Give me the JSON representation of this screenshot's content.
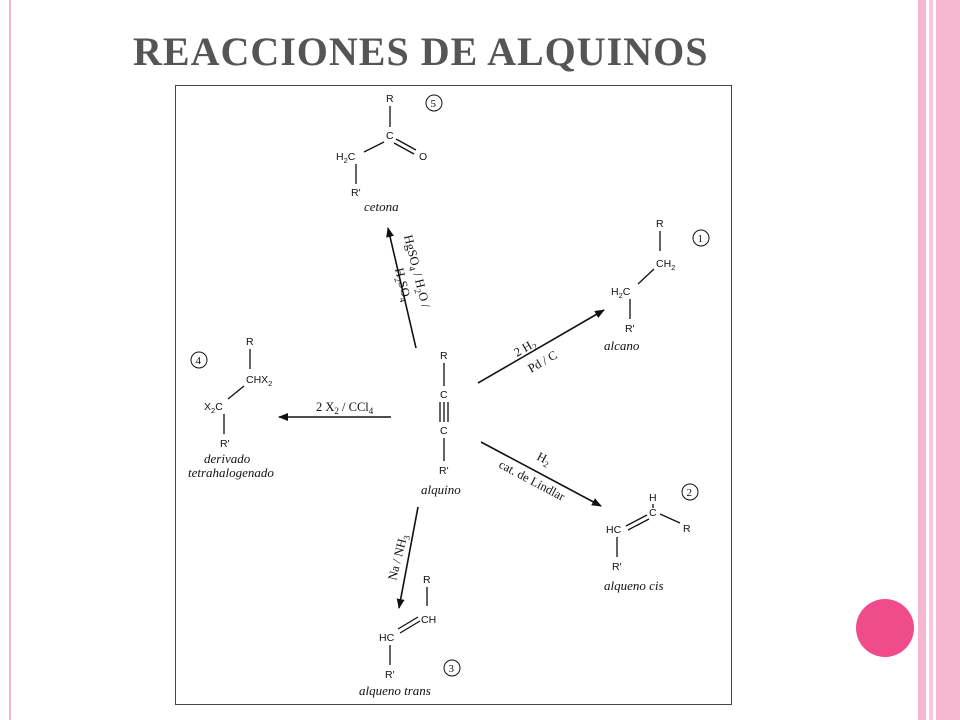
{
  "slide": {
    "title": "REACCIONES DE ALQUINOS",
    "colors": {
      "accent_dot": "#f04b8b",
      "side_bands": "#f7b6cf",
      "title_text": "#555555"
    }
  },
  "diagram": {
    "center": {
      "r_top": "R",
      "c1": "C",
      "c2": "C",
      "r_bottom": "R'",
      "caption": "alquino"
    },
    "ketone": {
      "number": "5",
      "r": "R",
      "c": "C",
      "o": "O",
      "h2c": "H",
      "h2c_sub": "2",
      "h2c_c": "C",
      "r_prime": "R'",
      "caption": "cetona",
      "reagent_line1": "HgSO",
      "reagent_line1_sub": "4",
      "reagent_line1_mid": " / H",
      "reagent_line1_sub2": "2",
      "reagent_line1_end": "O /",
      "reagent_line2": "H",
      "reagent_line2_sub": "2",
      "reagent_line2_mid": "SO",
      "reagent_line2_sub2": "4"
    },
    "alkane": {
      "number": "1",
      "r": "R",
      "ch2": "CH",
      "ch2_sub": "2",
      "h2c": "H",
      "h2c_sub": "2",
      "h2c_c": "C",
      "r_prime": "R'",
      "caption": "alcano",
      "reagent_top": "2 H",
      "reagent_top_sub": "2",
      "reagent_bottom": "Pd / C"
    },
    "cis": {
      "number": "2",
      "h": "H",
      "c": "C",
      "r": "R",
      "hc": "HC",
      "r_prime": "R'",
      "caption": "alqueno cis",
      "reagent_top": "H",
      "reagent_top_sub": "2",
      "reagent_bottom": "cat. de Lindlar"
    },
    "trans": {
      "number": "3",
      "r": "R",
      "ch": "CH",
      "hc": "HC",
      "r_prime": "R'",
      "caption": "alqueno trans",
      "reagent": "Na / NH",
      "reagent_sub": "3"
    },
    "halide": {
      "number": "4",
      "r": "R",
      "chx2": "CHX",
      "chx2_sub": "2",
      "x2c": "X",
      "x2c_sub": "2",
      "x2c_c": "C",
      "r_prime": "R'",
      "caption_line1": "derivado",
      "caption_line2": "tetrahalogenado",
      "reagent": "2 X",
      "reagent_sub": "2",
      "reagent_mid": " / CCl",
      "reagent_sub2": "4"
    }
  }
}
